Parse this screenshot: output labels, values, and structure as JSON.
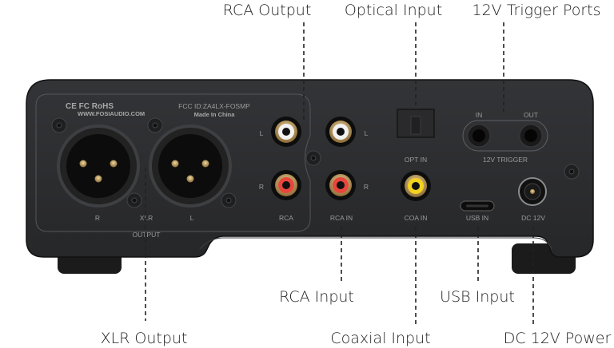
{
  "callouts": {
    "rca_output": "RCA Output",
    "optical_input": "Optical Input",
    "trigger_ports": "12V Trigger Ports",
    "rca_input": "RCA Input",
    "usb_input": "USB Input",
    "xlr_output": "XLR Output",
    "coaxial_input": "Coaxial Input",
    "dc_power": "DC 12V Power"
  },
  "panel": {
    "certs": "CE FC RoHS",
    "website": "WWW.FOSIAUDIO.COM",
    "fcc_id": "FCC ID:ZA4LX-FOSMP",
    "made_in": "Made In China",
    "xlr_r": "R",
    "xlr": "XLR",
    "xlr_l": "L",
    "output": "OUTPUT",
    "rca_l": "L",
    "rca_r": "R",
    "rca": "RCA",
    "rca_in_l": "L",
    "rca_in_r": "R",
    "rca_in": "RCA IN",
    "opt_in": "OPT IN",
    "coa_in": "COA  IN",
    "trig_in": "IN",
    "trig_out": "OUT",
    "trigger": "12V TRIGGER",
    "usb_in": "USB IN",
    "dc_12v": "DC 12V"
  },
  "colors": {
    "body": "#2b2c2e",
    "rca_left": "#f2f2f2",
    "rca_right": "#e8463c",
    "coax": "#f2d21e",
    "gold": "#b8975a"
  }
}
